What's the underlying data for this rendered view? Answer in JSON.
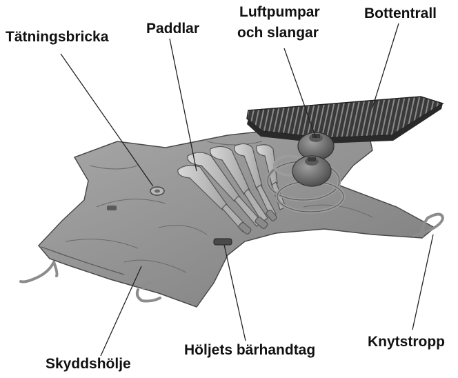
{
  "diagram": {
    "labels": {
      "tatningsbricka": "Tätningsbricka",
      "paddlar": "Paddlar",
      "luftpumpar_line1": "Luftpumpar",
      "luftpumpar_line2": "och slangar",
      "bottentrall": "Bottentrall",
      "skyddsholje": "Skyddshölje",
      "holjets_barhandtag": "Höljets bärhandtag",
      "knytstropp": "Knytstropp"
    }
  },
  "colors": {
    "cloth": "#9a9a9a",
    "cloth_dark": "#6e6e6e",
    "paddle": "#c8c8c8",
    "mat": "#3c3c3c",
    "pump": "#7a7a7a",
    "leader_line": "#222222",
    "text": "#111111"
  }
}
